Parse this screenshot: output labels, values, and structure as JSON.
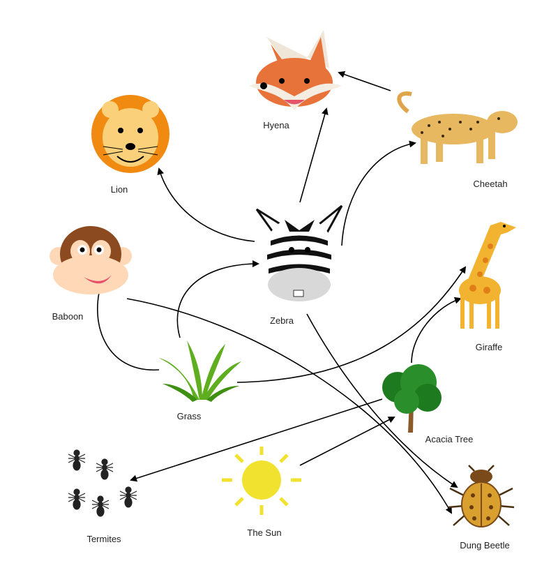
{
  "title": "Savanna Food Web",
  "nodes": {
    "hyena": {
      "label": "Hyena"
    },
    "lion": {
      "label": "Lion"
    },
    "cheetah": {
      "label": "Cheetah"
    },
    "zebra": {
      "label": "Zebra"
    },
    "baboon": {
      "label": "Baboon"
    },
    "giraffe": {
      "label": "Giraffe"
    },
    "grass": {
      "label": "Grass"
    },
    "acacia": {
      "label": "Acacia Tree"
    },
    "termites": {
      "label": "Termites"
    },
    "sun": {
      "label": "The Sun"
    },
    "beetle": {
      "label": "Dung Beetle"
    }
  },
  "edges": [
    {
      "from": "Cheetah",
      "to": "Hyena"
    },
    {
      "from": "Zebra",
      "to": "Hyena"
    },
    {
      "from": "Zebra",
      "to": "Lion"
    },
    {
      "from": "Zebra",
      "to": "Cheetah"
    },
    {
      "from": "Grass",
      "to": "Zebra"
    },
    {
      "from": "Grass",
      "to": "Baboon"
    },
    {
      "from": "Grass",
      "to": "Giraffe"
    },
    {
      "from": "Acacia Tree",
      "to": "Giraffe"
    },
    {
      "from": "Acacia Tree",
      "to": "Termites"
    },
    {
      "from": "The Sun",
      "to": "Acacia Tree"
    },
    {
      "from": "Baboon",
      "to": "Dung Beetle"
    },
    {
      "from": "Zebra",
      "to": "Dung Beetle"
    }
  ]
}
